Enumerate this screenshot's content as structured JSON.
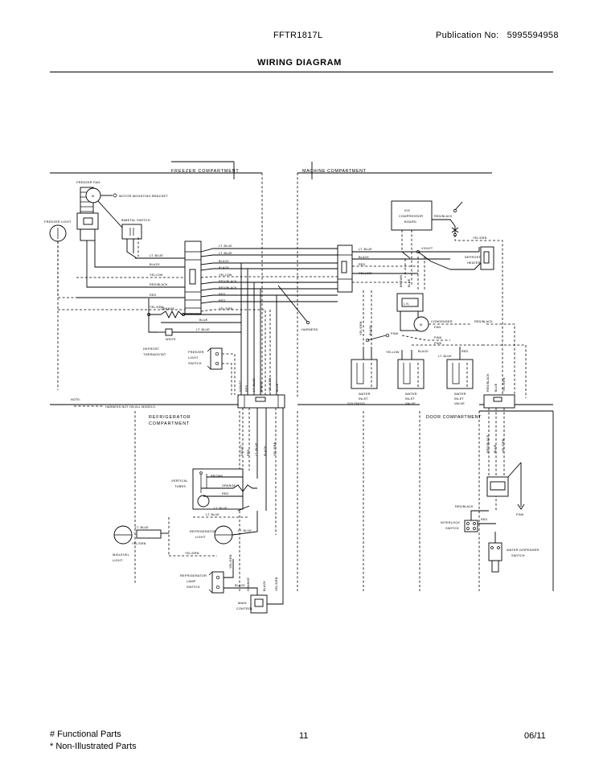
{
  "header": {
    "model": "FFTR1817L",
    "publication_label": "Publication No:",
    "publication_no": "5995594958",
    "title": "WIRING DIAGRAM"
  },
  "footer": {
    "functional_parts": "# Functional Parts",
    "non_illustrated_parts": "* Non-Illustrated Parts",
    "page_number": "11",
    "date": "06/11"
  },
  "diagram": {
    "sections": [
      {
        "id": "freezer",
        "label": "FREEZER COMPARTMENT"
      },
      {
        "id": "machine",
        "label": "MACHINE COMPARTMENT"
      },
      {
        "id": "refrigerator",
        "label": "REFRIGERATOR\nCOMPARTMENT",
        "line1": "REFRIGERATOR",
        "line2": "COMPARTMENT"
      },
      {
        "id": "door",
        "label": "DOOR COMPARTMENT"
      }
    ],
    "notes": {
      "heading": "NOTE:",
      "legend_text": "HARNESS NOT ON ALL MODELS."
    },
    "components": [
      {
        "id": "freezer-fan",
        "label": "FREEZER FAN"
      },
      {
        "id": "motor-mounting-bracket",
        "label": "MOTOR MOUNTING BRACKET"
      },
      {
        "id": "freezer-light",
        "label": "FREEZER LIGHT"
      },
      {
        "id": "bimetal-switch",
        "label": "BIMETAL SWITCH"
      },
      {
        "id": "defrost-thermostat",
        "line1": "DEFROST",
        "line2": "THERMOSTAT"
      },
      {
        "id": "freezer-light-switch",
        "line1": "FREEZER",
        "line2": "LIGHT",
        "line3": "SWITCH"
      },
      {
        "id": "harness-callout",
        "label": "HARNESS"
      },
      {
        "id": "ice-compressor-board",
        "line1": "ICE",
        "line2": "COMPRESSOR",
        "line3": "BOARD"
      },
      {
        "id": "defrost-heater",
        "line1": "DEFROST",
        "line2": "HEATER"
      },
      {
        "id": "condenser-fan",
        "line1": "CONDENSER",
        "line2": "FAN"
      },
      {
        "id": "water-inlet-solenoid",
        "line1": "WATER",
        "line2": "INLET",
        "line3": "SOLENOID"
      },
      {
        "id": "water-valve-1",
        "line1": "WATER",
        "line2": "INLET",
        "line3": "VALVE"
      },
      {
        "id": "water-valve-2",
        "line1": "WATER",
        "line2": "INLET",
        "line3": "VALVE"
      },
      {
        "id": "vertical-tubes",
        "line1": "VERTICAL",
        "line2": "TUBES"
      },
      {
        "id": "refrigerator-lamp",
        "line1": "REFRIGERATOR",
        "line2": "LIGHT"
      },
      {
        "id": "midlevel-light",
        "line1": "MIDLEVEL",
        "line2": "LIGHT"
      },
      {
        "id": "refrigerator-lamp-switch",
        "line1": "REFRIGERATOR",
        "line2": "LAMP",
        "line3": "SWITCH"
      },
      {
        "id": "main-control",
        "line1": "MAIN",
        "line2": "CONTROL"
      },
      {
        "id": "interlock-switch",
        "line1": "INTERLOCK",
        "line2": "SWITCH"
      },
      {
        "id": "water-dispenser-switch",
        "line1": "WATER DISPENSER",
        "line2": "SWITCH"
      }
    ],
    "wire_labels": {
      "lt_blue": "LT. BLUE",
      "black": "BLACK",
      "yellow": "YELLOW",
      "red": "RED",
      "yel_grn": "YEL/GRN",
      "red_black": "RED/BLACK",
      "orange": "ORANGE",
      "blue": "BLUE",
      "brown": "BROWN",
      "white": "WHITE",
      "violet": "VIOLET",
      "pink": "PINK"
    }
  }
}
